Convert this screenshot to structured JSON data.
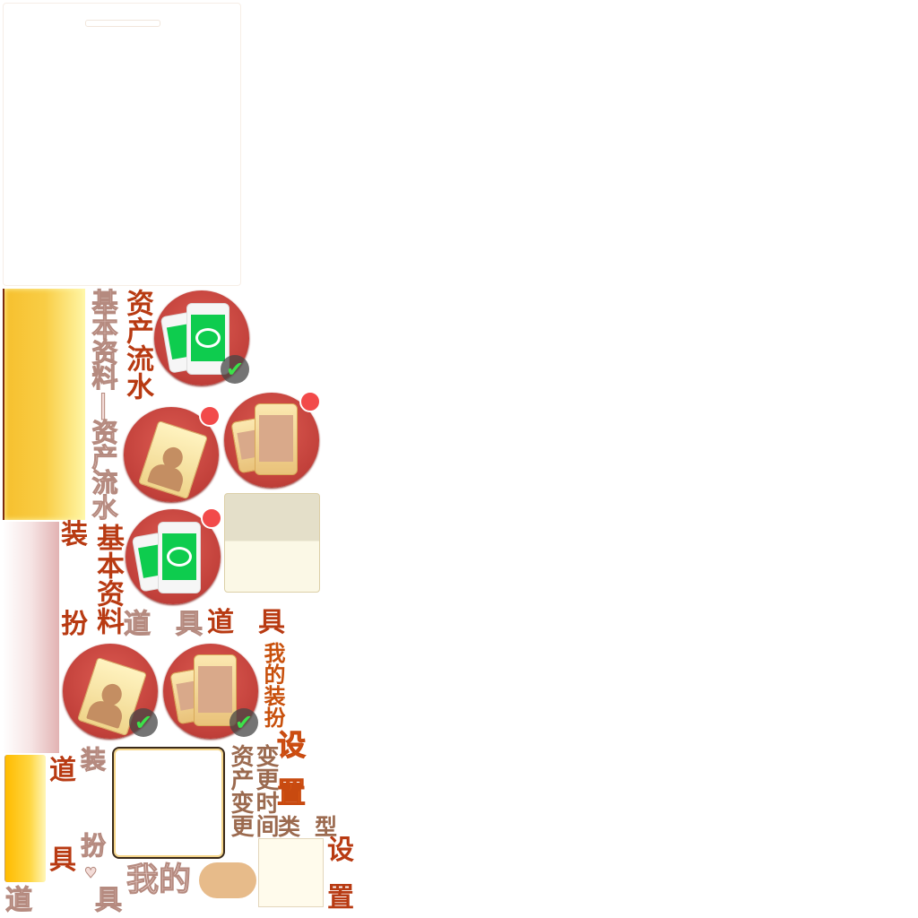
{
  "labels": {
    "tabs_vertical": "基本资料|资产流水",
    "asset_flow": "资产流水",
    "basic_info": "基本资料",
    "dress_1": "装",
    "dress_2": "扮",
    "prop_pale_1": "道",
    "prop_pale_2": "具",
    "prop_red_1": "道",
    "prop_red_2": "具",
    "my_dress": "我的装扮",
    "settings_1": "设",
    "settings_2": "置",
    "change_time": "变更时间",
    "asset_change": "资产变更",
    "type_1": "类",
    "type_2": "型",
    "prop2_red_1": "道",
    "prop2_red_2": "具",
    "dress2_pale_1": "装",
    "dress2_pale_2": "扮",
    "prop3_pale_1": "道",
    "prop3_pale_2": "具",
    "my": "我的",
    "settings2_1": "设",
    "settings2_2": "置"
  },
  "icons": {
    "check": "✔",
    "heart": "♥"
  },
  "colors": {
    "accent_red": "#c1403a",
    "badge_red": "#f24a4a",
    "green": "#0ecc4e",
    "gold": "#f9cd45"
  }
}
